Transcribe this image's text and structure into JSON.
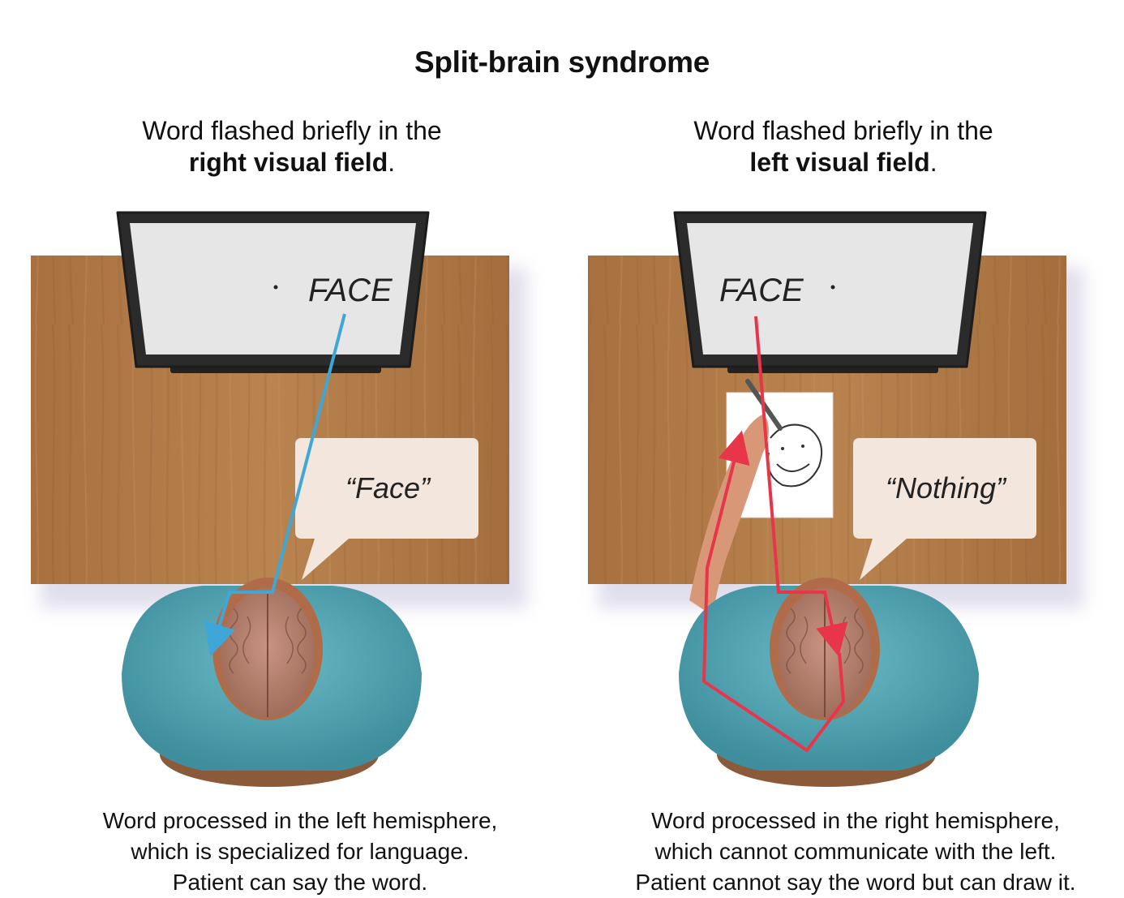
{
  "title": "Split-brain syndrome",
  "panels": [
    {
      "heading_line1": "Word flashed briefly in the",
      "heading_bold": "right visual field",
      "heading_end": ".",
      "screen_word": "FACE",
      "speech": "“Face”",
      "caption": [
        "Word processed in the left hemisphere,",
        "which is specialized for language.",
        "Patient can say the word."
      ],
      "path_color": "#3ea7d8"
    },
    {
      "heading_line1": "Word flashed briefly in the",
      "heading_bold": "left visual field",
      "heading_end": ".",
      "screen_word": "FACE",
      "speech": "“Nothing”",
      "caption": [
        "Word processed in the right hemisphere,",
        "which cannot communicate with the left.",
        "Patient cannot say the word but can draw it."
      ],
      "path_color": "#e8354a"
    }
  ],
  "colors": {
    "desk": "#b07a4a",
    "shirt": "#4fa3b3",
    "brain": "#b9826f",
    "monitor_frame": "#2b2b2b",
    "monitor_screen": "#e6e6e6",
    "speech_bubble": "#f3e6dc"
  }
}
